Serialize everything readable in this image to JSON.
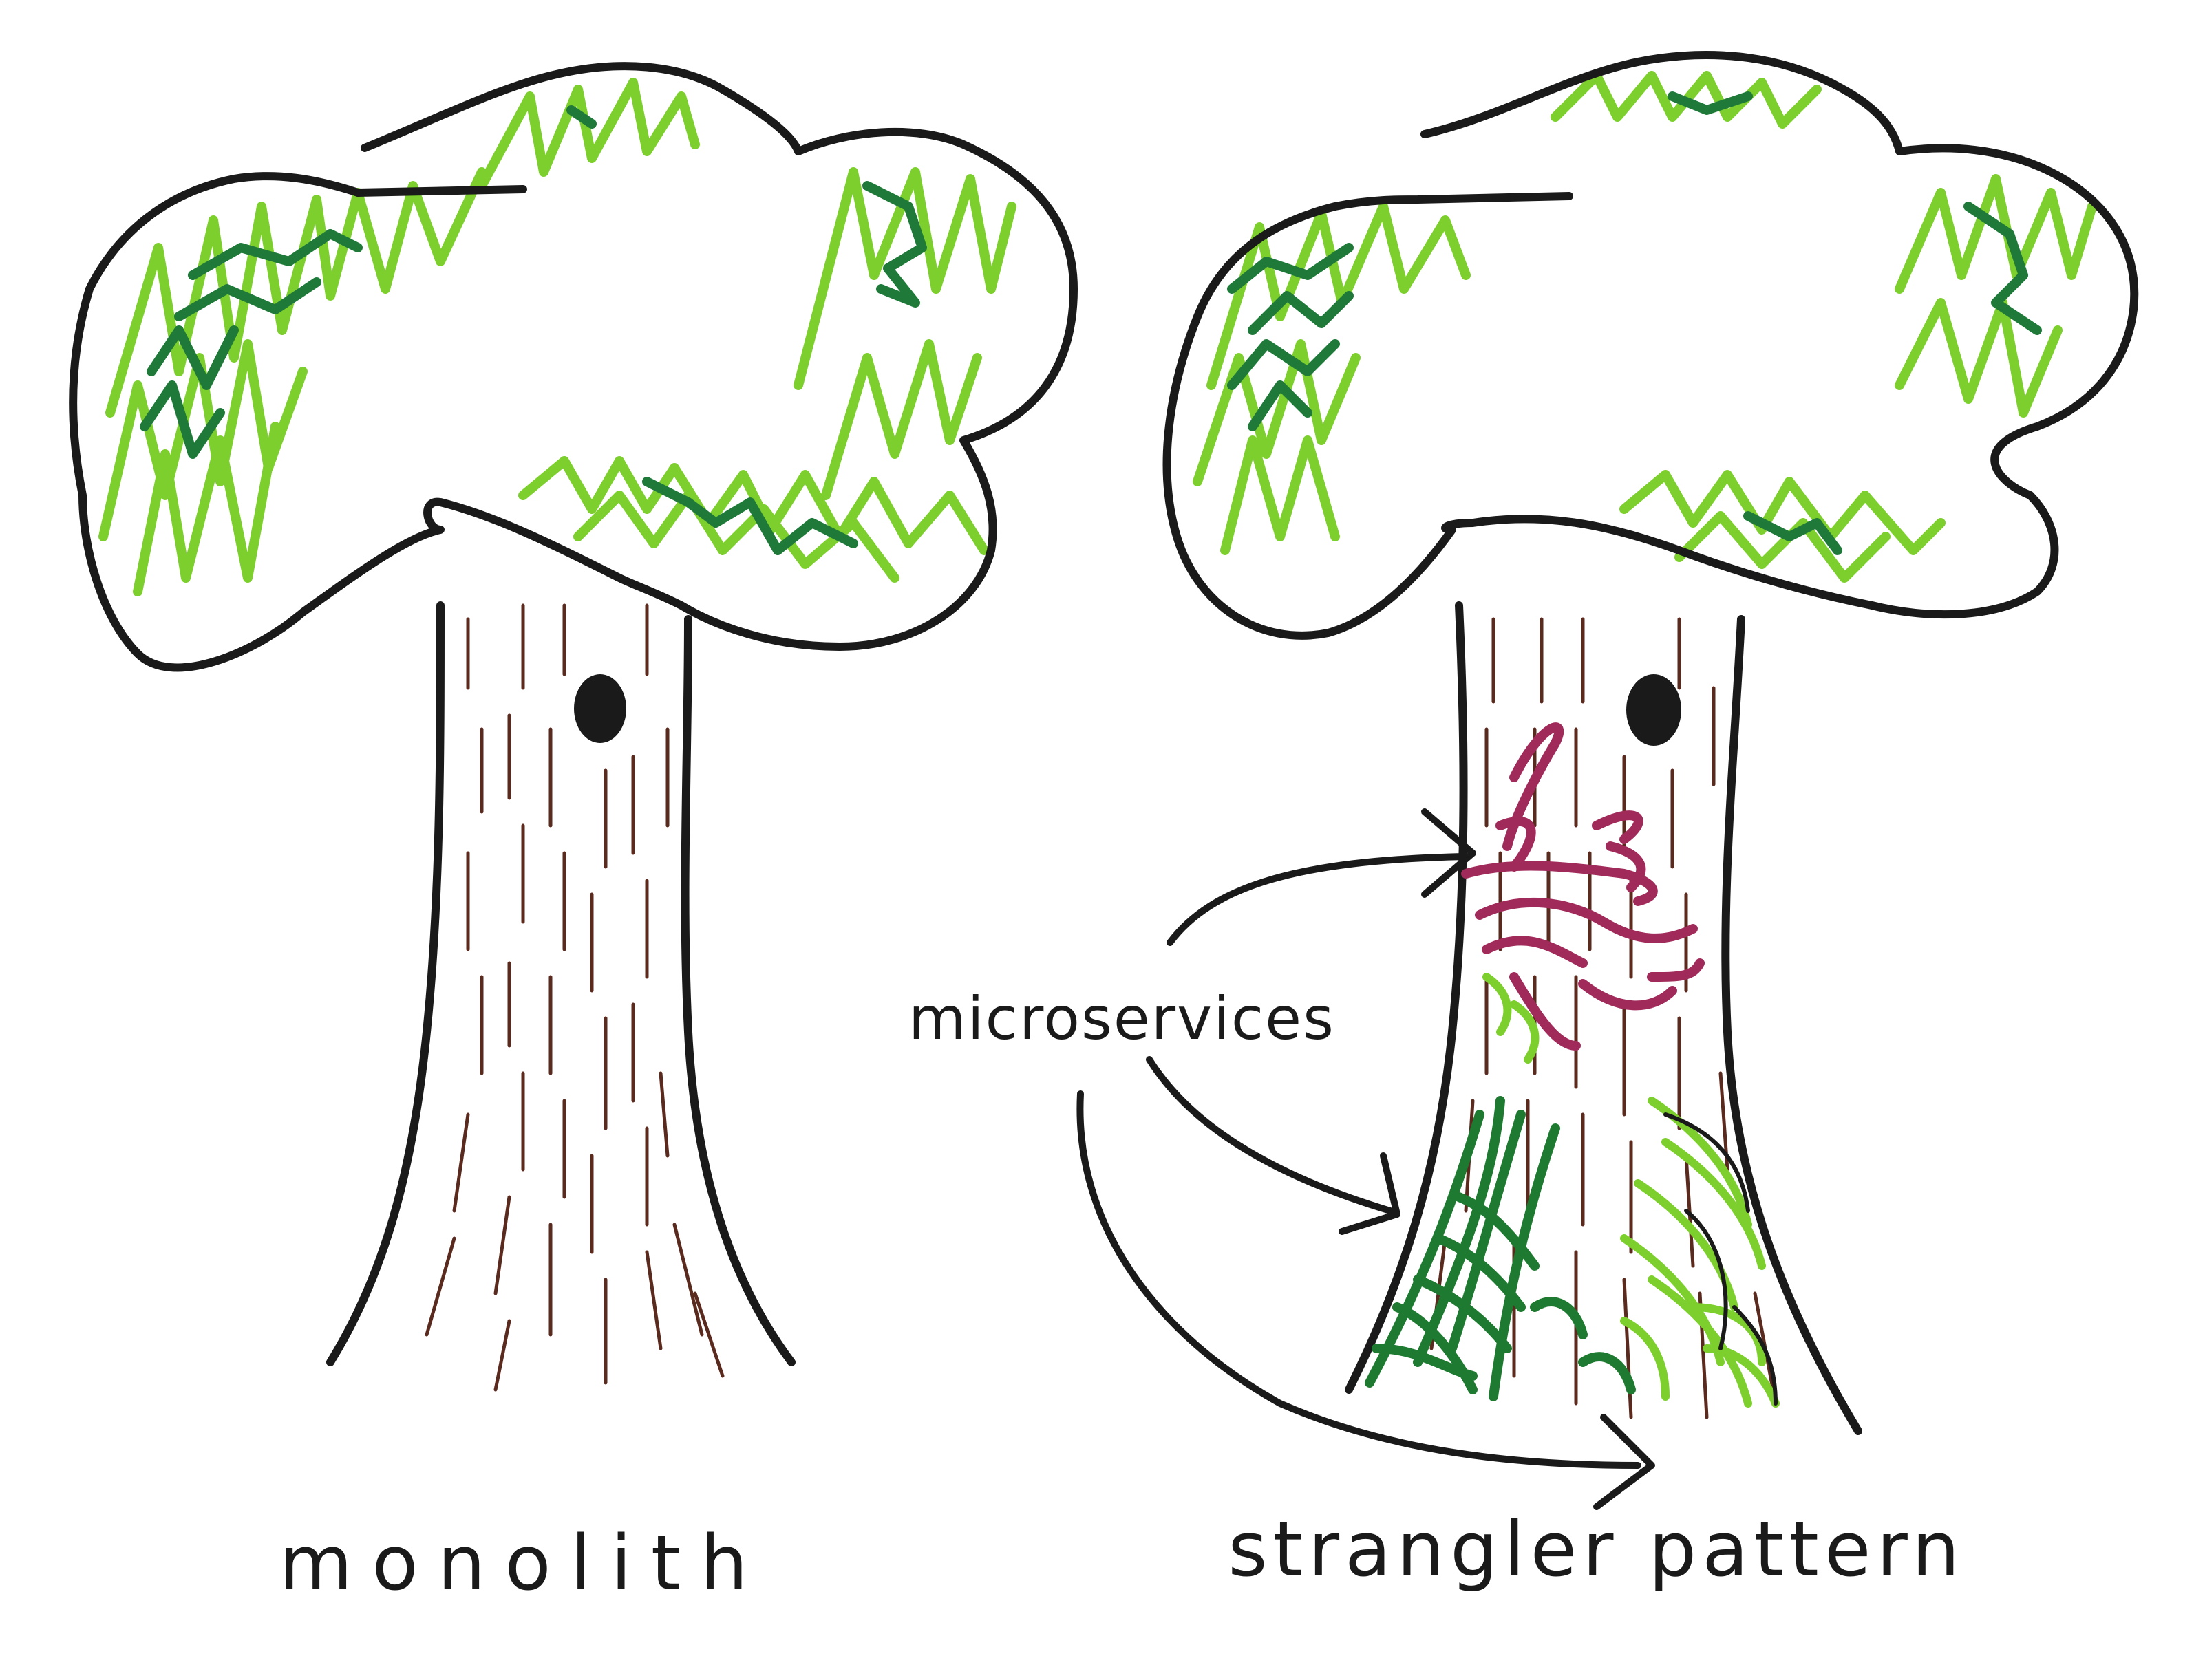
{
  "labels": {
    "left_tree": "monolith",
    "right_tree": "strangler pattern",
    "arrows": "microservices"
  },
  "colors": {
    "outline": "#1a1a1a",
    "bark": "#5a2a1e",
    "leaf_light": "#7ccf2c",
    "leaf_dark": "#1f7a3a",
    "vine_magenta": "#a02a5a",
    "vine_dark_green": "#1e7a30",
    "vine_light_green": "#7ccf2c",
    "background": "#ffffff"
  }
}
